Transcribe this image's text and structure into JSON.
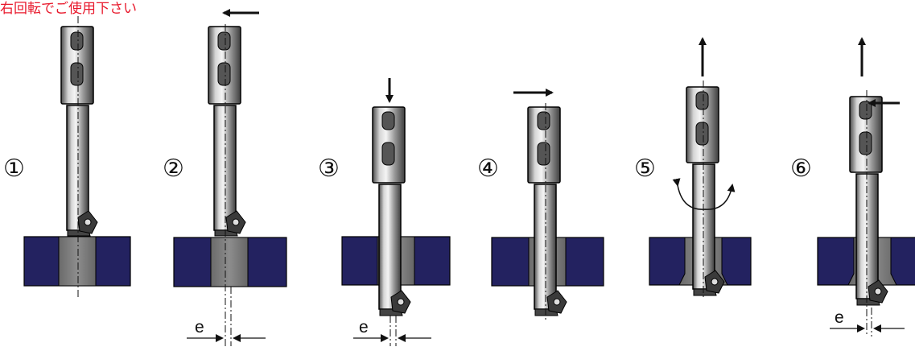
{
  "note": "右回転でご使用下さい",
  "steps": [
    {
      "number": "①"
    },
    {
      "number": "②",
      "offset_label": "e"
    },
    {
      "number": "③",
      "offset_label": "e"
    },
    {
      "number": "④"
    },
    {
      "number": "⑤"
    },
    {
      "number": "⑥",
      "offset_label": "e"
    }
  ],
  "colors": {
    "workpiece": "#232260",
    "bore": "#767676",
    "note": "#e8192c",
    "arrows": "#111111"
  },
  "icons": [
    "arrow-left-icon",
    "arrow-down-icon",
    "arrow-right-icon",
    "arrow-up-icon",
    "rotation-arrow-icon"
  ]
}
